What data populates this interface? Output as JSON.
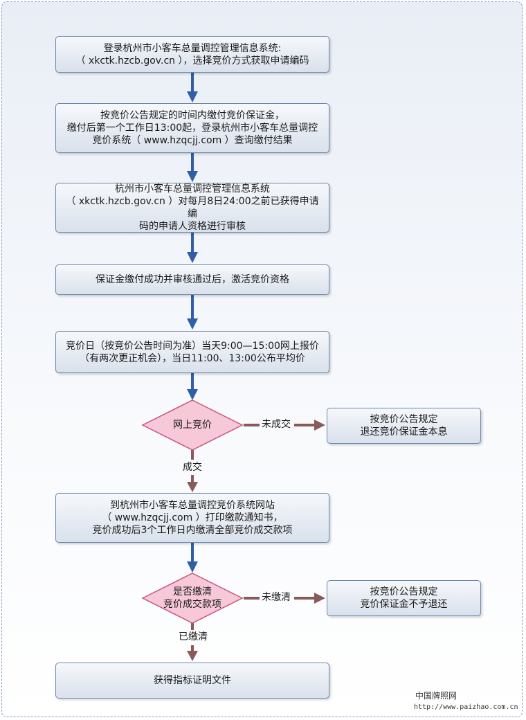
{
  "flow": {
    "step1": [
      "登录杭州市小客车总量调控管理信息系统:",
      "（ xkctk.hzcb.gov.cn ），选择竞价方式获取申请编码"
    ],
    "step2": [
      "按竞价公告规定的时间内缴付竞价保证金，",
      "缴付后第一个工作日13:00起，登录杭州市小客车总量调控",
      "竞价系统（ www.hzqcjj.com ）查询缴付结果"
    ],
    "step3": [
      "杭州市小客车总量调控管理信息系统",
      "（ xkctk.hzcb.gov.cn ）对每月8日24:00之前已获得申请编",
      "码的申请人资格进行审核"
    ],
    "step4": [
      "保证金缴付成功并审核通过后，激活竞价资格"
    ],
    "step5": [
      "竞价日（按竞价公告时间为准）当天9:00—15:00网上报价",
      "（有两次更正机会），当日11:00、13:00公布平均价"
    ],
    "decision1": [
      "网上竞价"
    ],
    "decision1_no_label": "未成交",
    "decision1_no_result": [
      "按竞价公告规定",
      "退还竞价保证金本息"
    ],
    "decision1_yes_label": "成交",
    "step6": [
      "到杭州市小客车总量调控竞价系统网站",
      "（ www.hzqcjj.com ）打印缴款通知书，",
      "竞价成功后3个工作日内缴清全部竞价成交款项"
    ],
    "decision2": [
      "是否缴清",
      "竞价成交款项"
    ],
    "decision2_no_label": "未缴清",
    "decision2_no_result": [
      "按竞价公告规定",
      "竞价保证金不予退还"
    ],
    "decision2_yes_label": "已缴清",
    "final": [
      "获得指标证明文件"
    ]
  },
  "watermark": {
    "name": "中国牌照网",
    "url": "http://www.paizhao.com.cn"
  },
  "colors": {
    "main_arrow": "#2f5fa8",
    "branch_arrow": "#8a5a5a",
    "diamond_fill": "#f7c9d8",
    "diamond_stroke": "#c8547c",
    "box_border": "#6b87ad"
  }
}
